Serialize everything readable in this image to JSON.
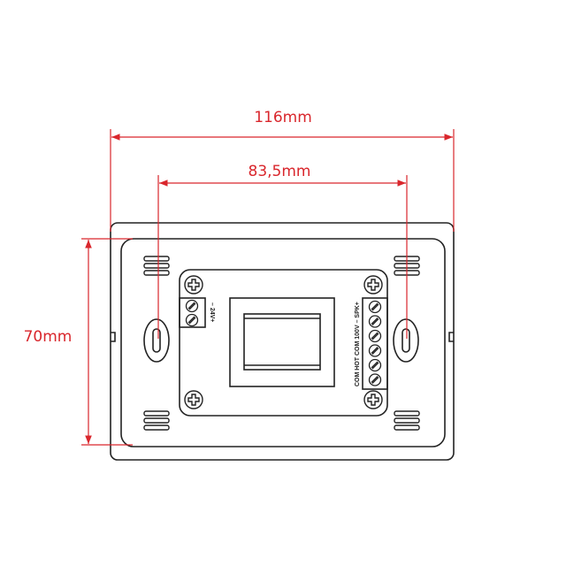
{
  "dimensions": {
    "overall_width": "116mm",
    "mounting_hole_spacing": "83,5mm",
    "overall_height": "70mm"
  },
  "terminal_labels": {
    "power": "– 24V+",
    "outputs": "COM  HOT  COM  100V    – SPK+"
  },
  "colors": {
    "dimension": "#d9262c",
    "outline": "#222222"
  }
}
